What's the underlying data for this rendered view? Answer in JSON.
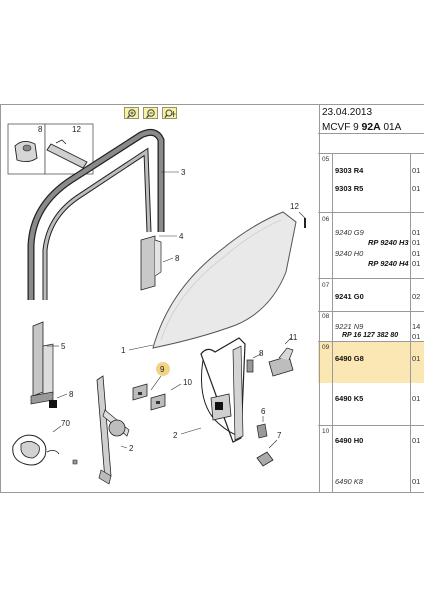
{
  "header": {
    "date": "23.04.2013",
    "model_prefix": "MCVF 9 ",
    "model_bold": "92A",
    "model_suffix": " 01A"
  },
  "toolbar": [
    {
      "icon": "zoom-in-icon"
    },
    {
      "icon": "zoom-out-icon"
    },
    {
      "icon": "zoom-fit-icon"
    }
  ],
  "callouts": [
    "8",
    "12",
    "3",
    "4",
    "8",
    "12",
    "1",
    "5",
    "9",
    "10",
    "11",
    "8",
    "8",
    "2",
    "6",
    "70",
    "7",
    "2"
  ],
  "rows": [
    {
      "group": "05",
      "ref": "9303 R4",
      "qty": "01"
    },
    {
      "ref": "9303 R5",
      "qty": "01"
    },
    {
      "group": "06",
      "ref": "9240 G9",
      "qty": "01",
      "style": "it"
    },
    {
      "ref": "RP 9240 H3",
      "qty": "01",
      "style": "rp"
    },
    {
      "ref": "9240 H0",
      "qty": "01",
      "style": "it"
    },
    {
      "ref": "RP 9240 H4",
      "qty": "01",
      "style": "rp"
    },
    {
      "group": "07",
      "ref": "9241 G0",
      "qty": "02"
    },
    {
      "group": "08",
      "ref": "9221 N9",
      "qty": "14",
      "style": "it"
    },
    {
      "ref": "RP 16 127 382 80",
      "qty": "01",
      "style": "rp"
    },
    {
      "group": "09",
      "ref": "6490 G8",
      "qty": "01"
    },
    {
      "ref": "6490 K5",
      "qty": "01"
    },
    {
      "group": "10",
      "ref": "6490 H0",
      "qty": "01"
    },
    {
      "ref": "6490 K8",
      "qty": "01",
      "style": "it"
    }
  ],
  "colors": {
    "highlight": "#fbe7b4",
    "callout_circle": "#f2d487",
    "toolbar": "#f4f1a8"
  }
}
